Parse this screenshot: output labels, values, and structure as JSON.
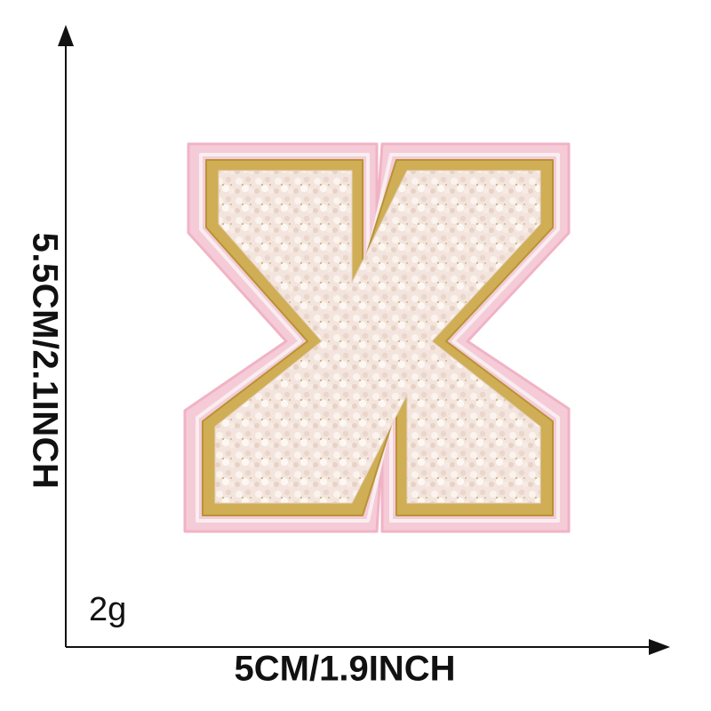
{
  "dimensions": {
    "height_label": "5.5CM/2.1INCH",
    "width_label": "5CM/1.9INCH",
    "weight_label": "2g"
  },
  "product": {
    "letter": "X",
    "colors": {
      "border": "#f6c9d6",
      "gold_trim": "#c8a548",
      "fill": "#f3e4dc",
      "axis": "#111111"
    }
  }
}
